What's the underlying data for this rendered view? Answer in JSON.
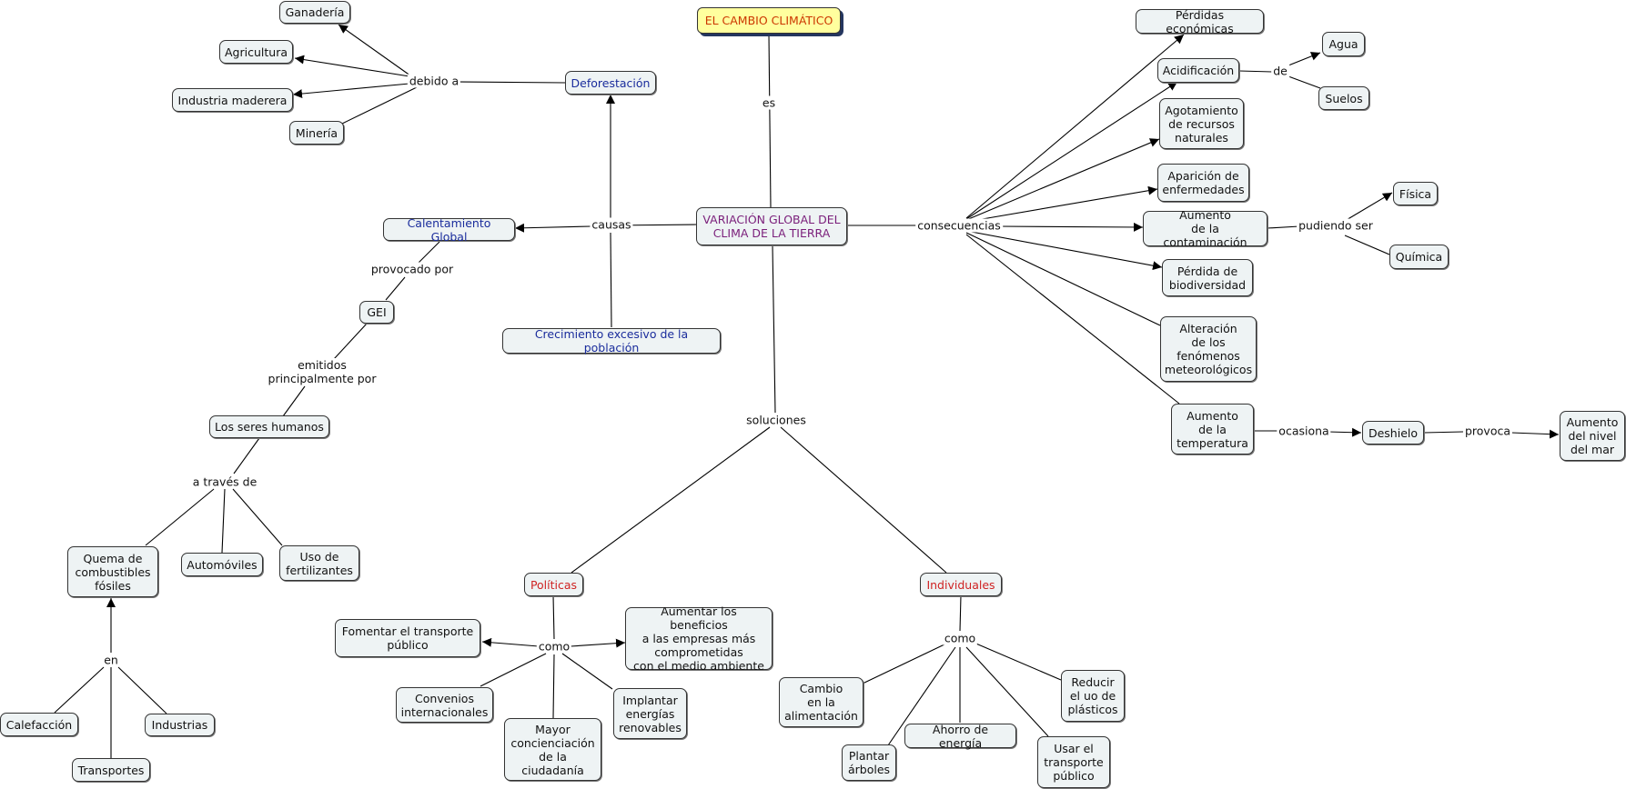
{
  "nodes": {
    "title": "EL CAMBIO CLIMÁTICO",
    "center": "VARIACIÓN GLOBAL DEL\nCLIMA DE LA TIERRA",
    "calentamiento": "Calentamiento Global",
    "deforestacion": "Deforestación",
    "crecimiento": "Crecimiento excesivo de la población",
    "gei": "GEI",
    "seres": "Los seres humanos",
    "quema": "Quema de\ncombustibles\nfósiles",
    "automoviles": "Automóviles",
    "fertilizantes": "Uso de\nfertilizantes",
    "calefaccion": "Calefacción",
    "industrias": "Industrias",
    "transportes": "Transportes",
    "ganaderia": "Ganadería",
    "agricultura": "Agricultura",
    "industria_maderera": "Industria maderera",
    "mineria": "Minería",
    "perdidas": "Pérdidas económicas",
    "acidificacion": "Acidificación",
    "agua": "Agua",
    "suelos": "Suelos",
    "agotamiento": "Agotamiento\nde recursos\nnaturales",
    "enfermedades": "Aparición de\nenfermedades",
    "contaminacion": "Aumento\nde la contaminación",
    "fisica": "Física",
    "quimica": "Química",
    "biodiversidad": "Pérdida de\nbiodiversidad",
    "alteracion": "Alteración\nde los\nfenómenos\nmeteorológicos",
    "temperatura": "Aumento\nde la\ntemperatura",
    "deshielo": "Deshielo",
    "nivel_mar": "Aumento\ndel nivel\ndel mar",
    "politicas": "Políticas",
    "individuales": "Individuales",
    "fomentar": "Fomentar el transporte\npúblico",
    "beneficios": "Aumentar los beneficios\na las empresas más\ncomprometidas\ncon el medio ambiente",
    "convenios": "Convenios\ninternacionales",
    "concienciacion": "Mayor\nconcienciación\nde la\nciudadanía",
    "energias": "Implantar\nenergías\nrenovables",
    "alimentacion": "Cambio\nen la\nalimentación",
    "plastico": "Reducir\nel uo de\nplásticos",
    "ahorro": "Ahorro de energía",
    "plantar": "Plantar\nárboles",
    "usar_transporte": "Usar el\ntransporte\npúblico"
  },
  "links": {
    "es": "es",
    "causas": "causas",
    "consecuencias": "consecuencias",
    "soluciones": "soluciones",
    "debido_a": "debido a",
    "provocado_por": "provocado por",
    "emitidos": "emitidos\nprincipalmente por",
    "a_traves_de": "a través de",
    "en": "en",
    "de": "de",
    "pudiendo_ser": "pudiendo ser",
    "ocasiona": "ocasiona",
    "provoca": "provoca",
    "como_politicas": "como",
    "como_individuales": "como"
  },
  "colors": {
    "title_fill": "#ffff9e",
    "title_text": "#cc3700",
    "node_fill": "#eef3f4",
    "blue_text": "#1a2c9c",
    "red_text": "#cf2323",
    "purple_text": "#7a1e7a"
  }
}
